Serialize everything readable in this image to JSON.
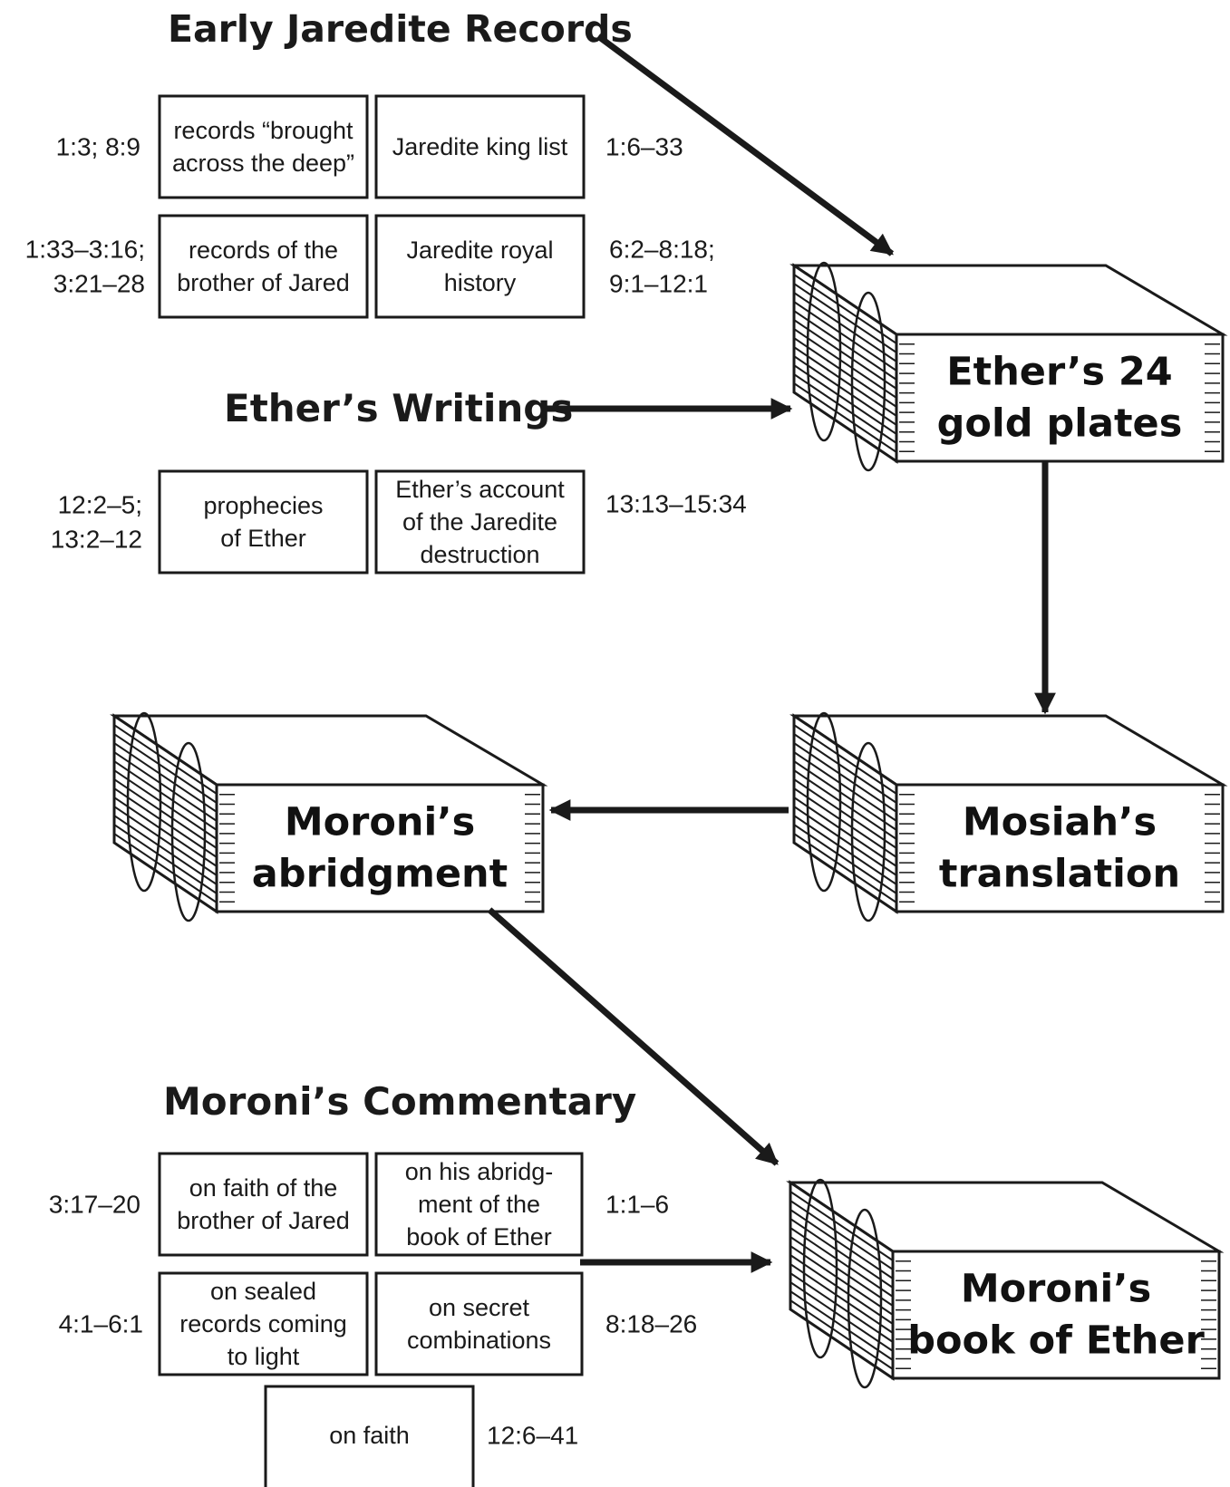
{
  "headings": {
    "early_records": "Early Jaredite Records",
    "ethers_writings": "Ether’s Writings",
    "moronis_commentary": "Moroni’s Commentary"
  },
  "boxes": {
    "brought_across": {
      "lines": [
        "records “brought",
        "across the deep”"
      ],
      "ref": [
        "1:3; 8:9"
      ]
    },
    "king_list": {
      "lines": [
        "Jaredite king list"
      ],
      "ref": [
        "1:6–33"
      ]
    },
    "brother_of_jared": {
      "lines": [
        "records of the",
        "brother of Jared"
      ],
      "ref": [
        "1:33–3:16;",
        "3:21–28"
      ]
    },
    "royal_history": {
      "lines": [
        "Jaredite royal",
        "history"
      ],
      "ref": [
        "6:2–8:18;",
        "9:1–12:1"
      ]
    },
    "prophecies": {
      "lines": [
        "prophecies",
        "of Ether"
      ],
      "ref": [
        "12:2–5;",
        "13:2–12"
      ]
    },
    "destruction": {
      "lines": [
        "Ether’s account",
        "of the Jaredite",
        "destruction"
      ],
      "ref": [
        "13:13–15:34"
      ]
    },
    "faith_brother": {
      "lines": [
        "on faith of the",
        "brother of Jared"
      ],
      "ref": [
        "3:17–20"
      ]
    },
    "abridgment_note": {
      "lines": [
        "on his abridg-",
        "ment of the",
        "book of Ether"
      ],
      "ref": [
        "1:1–6"
      ]
    },
    "sealed_records": {
      "lines": [
        "on sealed",
        "records coming",
        "to light"
      ],
      "ref": [
        "4:1–6:1"
      ]
    },
    "secret_combinations": {
      "lines": [
        "on secret",
        "combinations"
      ],
      "ref": [
        "8:18–26"
      ]
    },
    "on_faith": {
      "lines": [
        "on faith"
      ],
      "ref": [
        "12:6–41"
      ]
    }
  },
  "plates": {
    "ethers_plates": {
      "lines": [
        "Ether’s 24",
        "gold plates"
      ]
    },
    "mosiah": {
      "lines": [
        "Mosiah’s",
        "translation"
      ]
    },
    "moroni_abridgment": {
      "lines": [
        "Moroni’s",
        "abridgment"
      ]
    },
    "book_of_ether": {
      "lines": [
        "Moroni’s",
        "book of Ether"
      ]
    }
  }
}
